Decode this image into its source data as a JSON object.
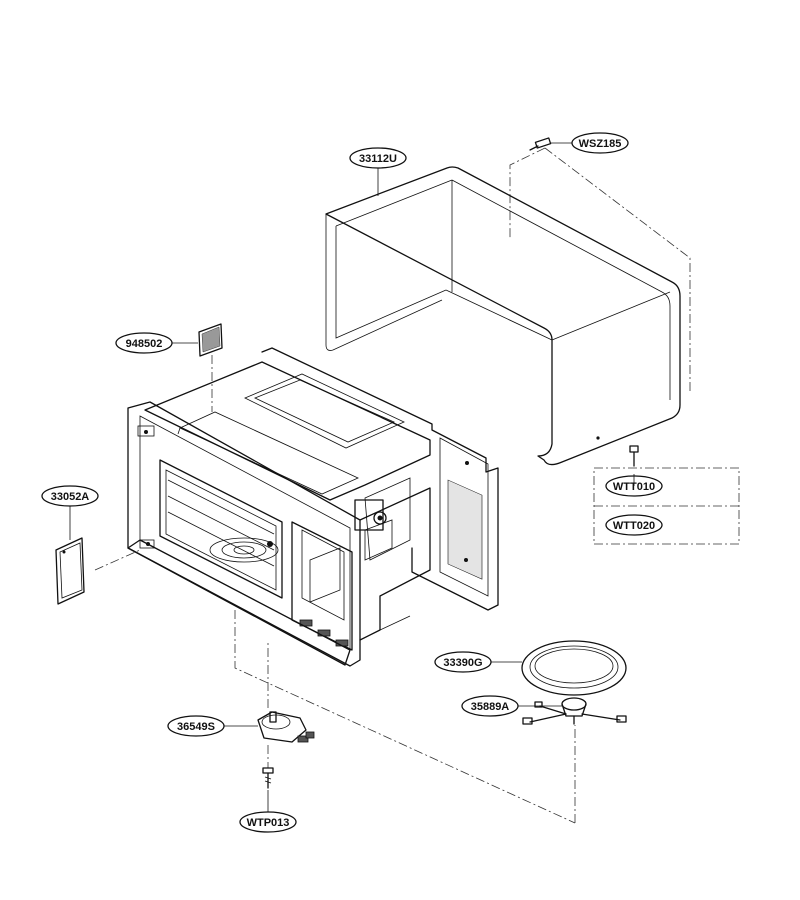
{
  "diagram": {
    "parts": [
      {
        "id": "cover",
        "label": "33112U"
      },
      {
        "id": "screw-top",
        "label": "WSZ185"
      },
      {
        "id": "filter",
        "label": "948502"
      },
      {
        "id": "waveguide-cover",
        "label": "33052A"
      },
      {
        "id": "screw-side-1",
        "label": "WTT010"
      },
      {
        "id": "screw-side-2",
        "label": "WTT020"
      },
      {
        "id": "tray",
        "label": "33390G"
      },
      {
        "id": "roller-guide",
        "label": "35889A"
      },
      {
        "id": "motor",
        "label": "36549S"
      },
      {
        "id": "screw-motor",
        "label": "WTP013"
      }
    ]
  }
}
